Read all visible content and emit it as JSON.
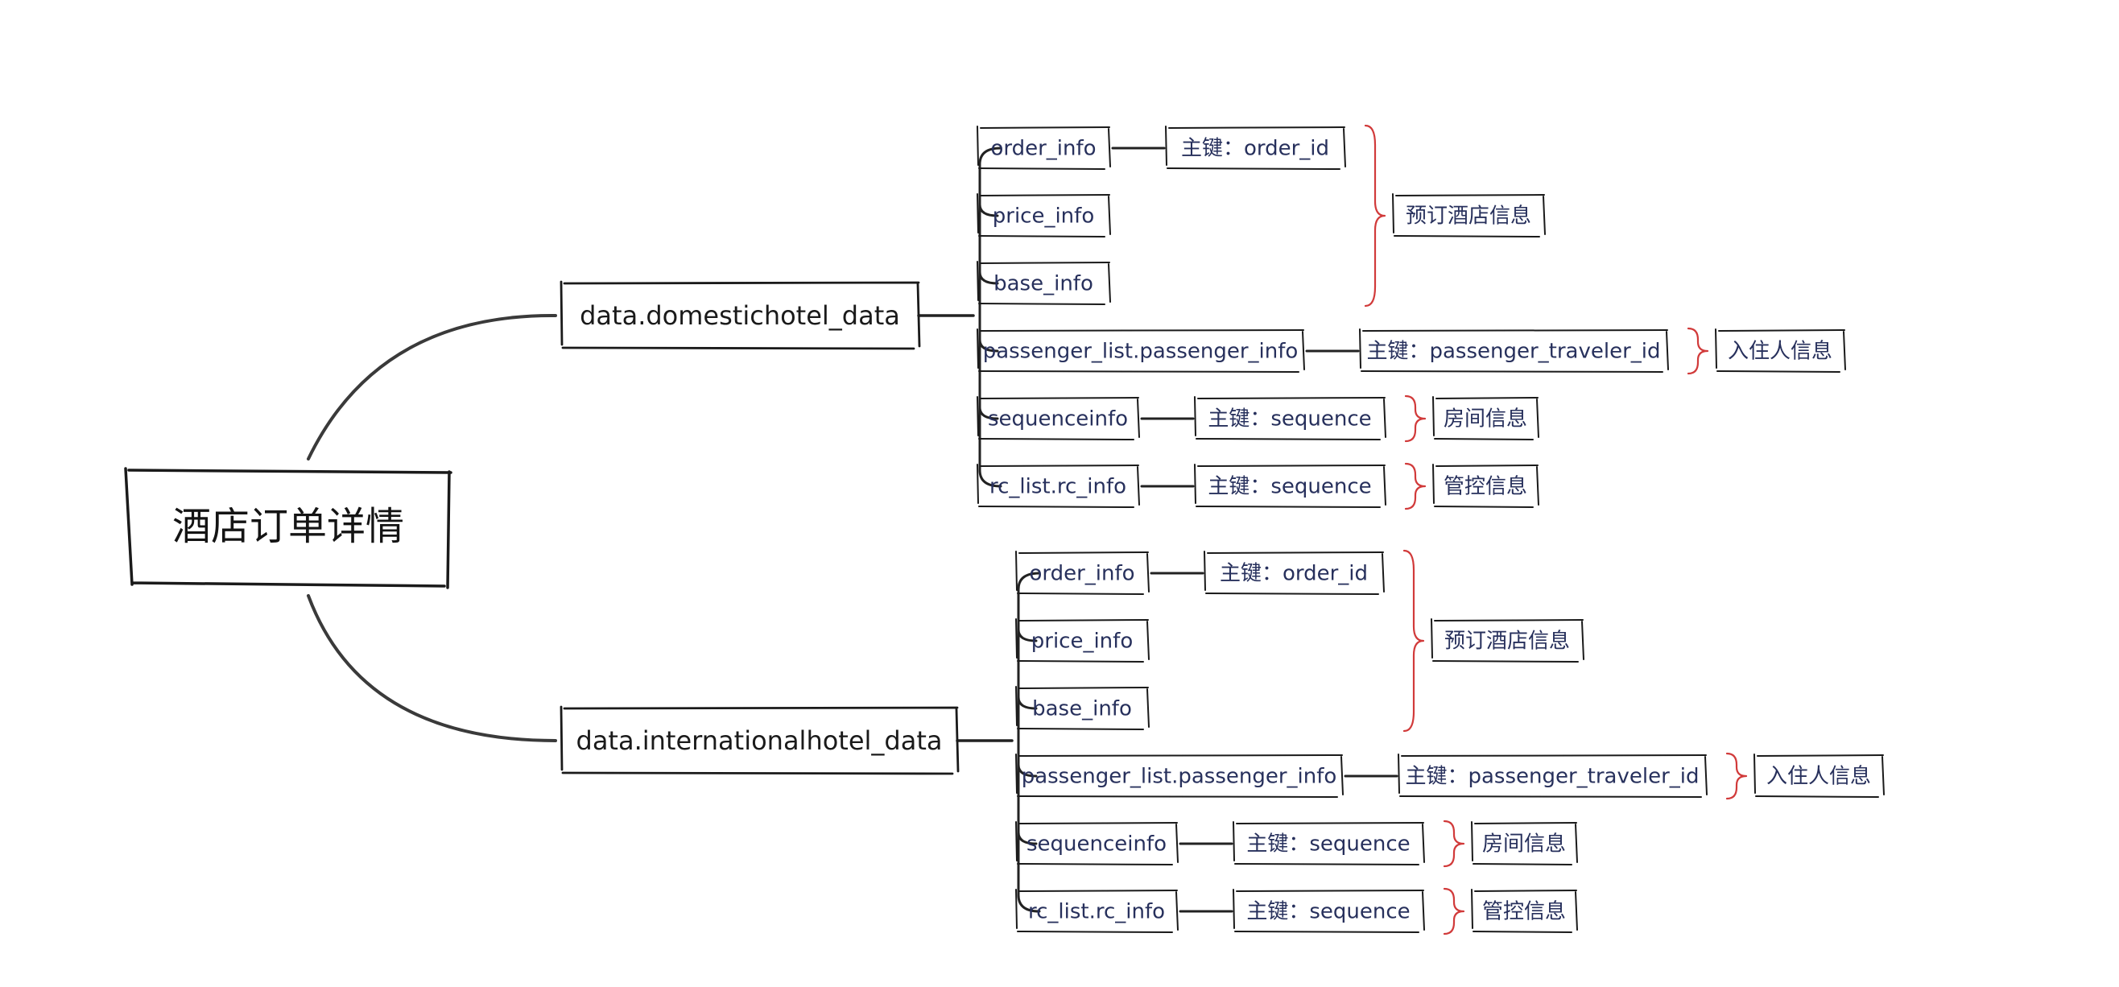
{
  "root": {
    "label": "酒店订单详情"
  },
  "branches": [
    {
      "label": "data.domestichotel_data",
      "tables": [
        {
          "name": "order_info",
          "key": "主键：order_id"
        },
        {
          "name": "price_info",
          "key": ""
        },
        {
          "name": "base_info",
          "key": ""
        },
        {
          "name": "passenger_list.passenger_info",
          "key": "主键：passenger_traveler_id"
        },
        {
          "name": "sequenceinfo",
          "key": "主键：sequence"
        },
        {
          "name": "rc_list.rc_info",
          "key": "主键：sequence"
        }
      ],
      "groups": [
        {
          "label": "预订酒店信息",
          "from": 0,
          "to": 2
        },
        {
          "label": "入住人信息",
          "from": 3,
          "to": 3
        },
        {
          "label": "房间信息",
          "from": 4,
          "to": 4
        },
        {
          "label": "管控信息",
          "from": 5,
          "to": 5
        }
      ]
    },
    {
      "label": "data.internationalhotel_data",
      "tables": [
        {
          "name": "order_info",
          "key": "主键：order_id"
        },
        {
          "name": "price_info",
          "key": ""
        },
        {
          "name": "base_info",
          "key": ""
        },
        {
          "name": "passenger_list.passenger_info",
          "key": "主键：passenger_traveler_id"
        },
        {
          "name": "sequenceinfo",
          "key": "主键：sequence"
        },
        {
          "name": "rc_list.rc_info",
          "key": "主键：sequence"
        }
      ],
      "groups": [
        {
          "label": "预订酒店信息",
          "from": 0,
          "to": 2
        },
        {
          "label": "入住人信息",
          "from": 3,
          "to": 3
        },
        {
          "label": "房间信息",
          "from": 4,
          "to": 4
        },
        {
          "label": "管控信息",
          "from": 5,
          "to": 5
        }
      ]
    }
  ]
}
